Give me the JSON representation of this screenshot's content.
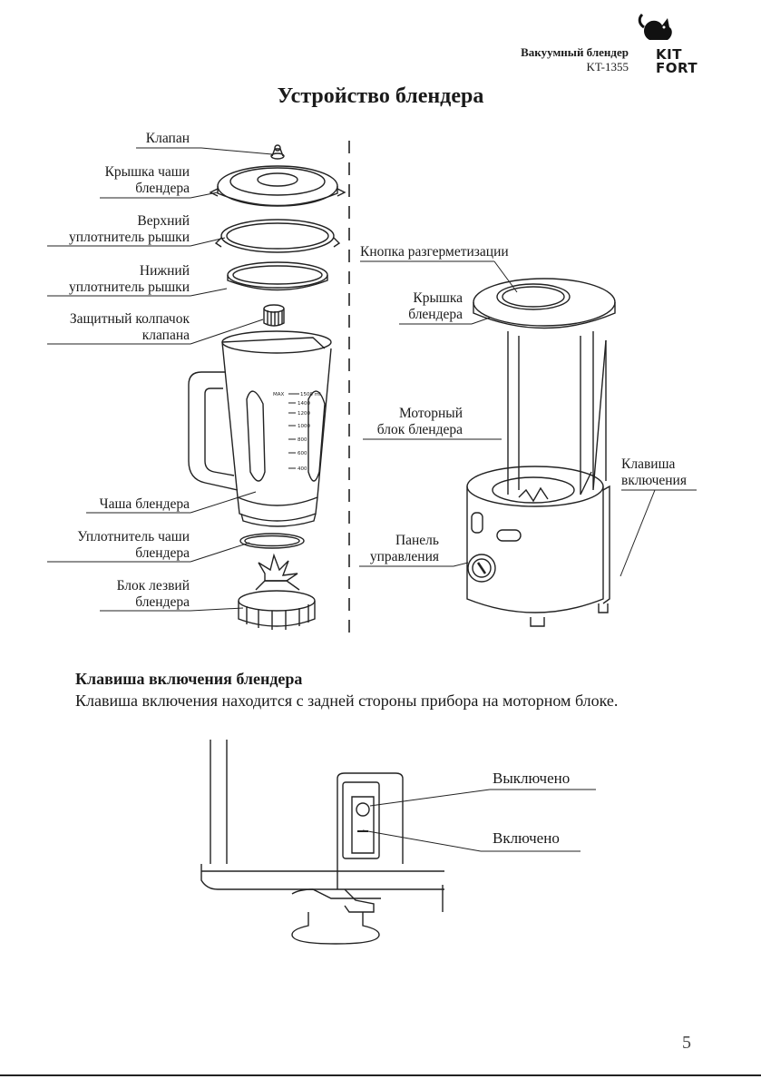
{
  "header": {
    "product": "Вакуумный блендер",
    "model": "KT-1355",
    "logo_line1": "KIT",
    "logo_line2": "FORT"
  },
  "title": "Устройство блендера",
  "left_labels": {
    "valve": "Клапан",
    "jar_lid_1": "Крышка чаши",
    "jar_lid_2": "блендера",
    "upper_seal_1": "Верхний",
    "upper_seal_2": "уплотнитель рышки",
    "lower_seal_1": "Нижний",
    "lower_seal_2": "уплотнитель рышки",
    "valve_cap_1": "Защитный колпачок",
    "valve_cap_2": "клапана",
    "jar": "Чаша блендера",
    "jar_seal_1": "Уплотнитель чаши",
    "jar_seal_2": "блендера",
    "blade_1": "Блок лезвий",
    "blade_2": "блендера"
  },
  "right_labels": {
    "depress_button": "Кнопка разгерметизации",
    "lid_1": "Крышка",
    "lid_2": "блендера",
    "motor_1": "Моторный",
    "motor_2": "блок блендера",
    "switch_1": "Клавиша",
    "switch_2": "включения",
    "panel_1": "Панель",
    "panel_2": "управления"
  },
  "jar_scale": [
    "MAX",
    "1500 ml",
    "1400",
    "1200",
    "1000",
    "800",
    "600",
    "400"
  ],
  "section": {
    "title": "Клавиша включения блендера",
    "text": "Клавиша включения находится с задней стороны прибора на моторном блоке."
  },
  "switch_labels": {
    "off": "Выключено",
    "on": "Включено"
  },
  "page_number": "5"
}
